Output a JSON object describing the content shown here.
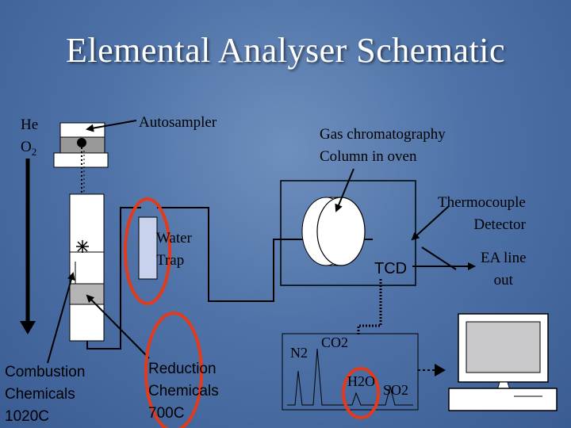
{
  "title": "Elemental Analyser Schematic",
  "labels": {
    "he": "He",
    "o2_main": "O",
    "o2_sub": "2",
    "autosampler": "Autosampler",
    "gc_line1": "Gas chromatography",
    "gc_line2": "Column in oven",
    "thermo_line1": "Thermocouple",
    "thermo_line2": "Detector",
    "water_line1": "Water",
    "water_line2": "Trap",
    "tcd": "TCD",
    "ea_line1": "EA line",
    "ea_line2": "out",
    "combustion_line1": "Combustion",
    "combustion_line2": "Chemicals",
    "combustion_line3": "1020C",
    "reduction_line1": "Reduction",
    "reduction_line2": "Chemicals",
    "reduction_line3": "700C",
    "n2": "N2",
    "co2": "CO2",
    "h2o": "H2O",
    "so2": "SO2"
  },
  "colors": {
    "highlight_ring": "#e23a1a",
    "apparatus_fill": "#ffffff",
    "screen_fill": "#c9c9cc",
    "water_trap_fill": "#c8d2ec",
    "reactor_band": "#b4b4b4"
  }
}
